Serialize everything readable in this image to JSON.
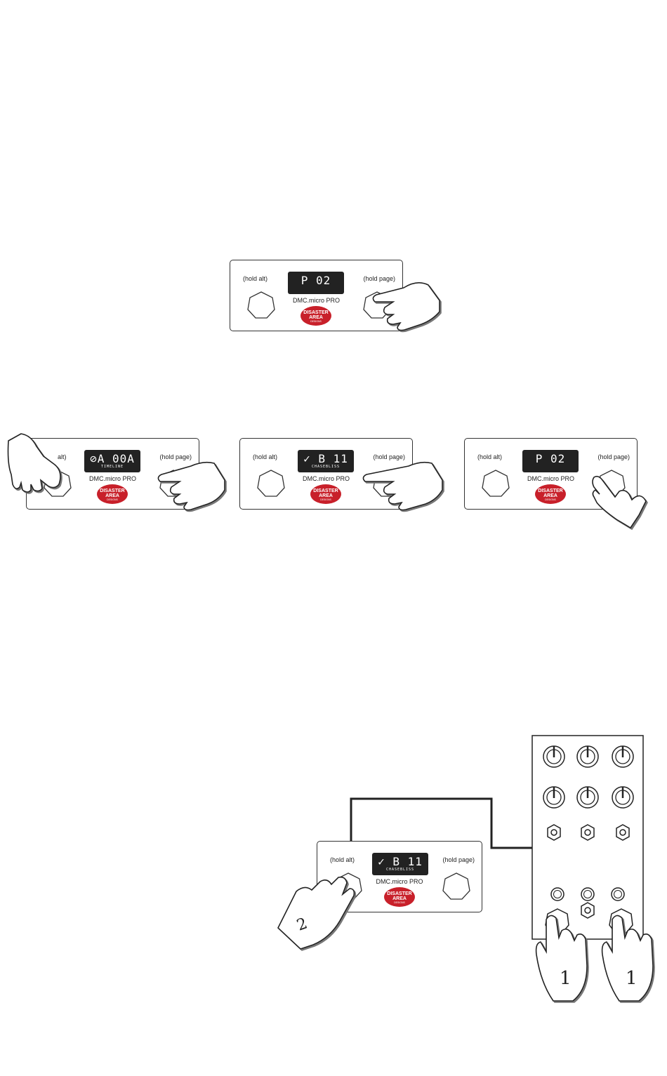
{
  "devices": [
    {
      "hold_alt": "(hold alt)",
      "hold_page": "(hold page)",
      "screen_main": "P  02",
      "screen_sub": "",
      "model": "DMC.micro PRO"
    },
    {
      "hold_alt": "alt)",
      "hold_page": "(hold page)",
      "screen_main": "⊘A 00A",
      "screen_sub": "TIMELINE",
      "model": "DMC.micro PRO"
    },
    {
      "hold_alt": "(hold alt)",
      "hold_page": "(hold page)",
      "screen_main": "✓ B 11",
      "screen_sub": "CHASEBLISS",
      "model": "DMC.micro PRO"
    },
    {
      "hold_alt": "(hold alt)",
      "hold_page": "(hold page)",
      "screen_main": "P  02",
      "screen_sub": "",
      "model": "DMC.micro PRO"
    },
    {
      "hold_alt": "(hold alt)",
      "hold_page": "(hold page)",
      "screen_main": "✓ B 11",
      "screen_sub": "CHASEBLISS",
      "model": "DMC.micro PRO"
    }
  ],
  "brand": {
    "line1": "DISASTER",
    "line2": "AREA",
    "line3": "DESIGNS",
    "color": "#c8202a"
  },
  "finger_labels": {
    "alt_press": "2",
    "pedal_press_left": "1",
    "pedal_press_right": "1"
  },
  "icons": {
    "finger": "pointing-hand-icon",
    "footswitch": "hex-footswitch-icon",
    "knob": "knob-icon"
  }
}
